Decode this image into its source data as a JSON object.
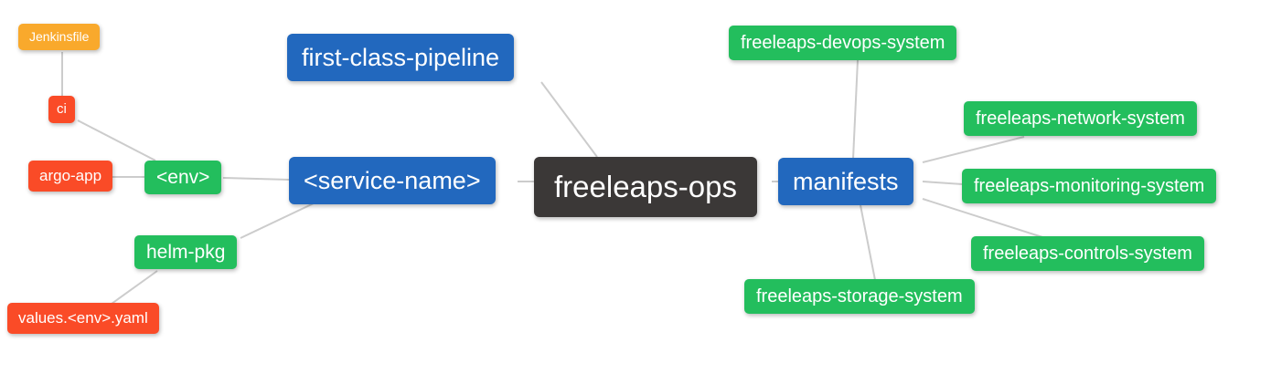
{
  "diagram": {
    "type": "mindmap",
    "background_color": "#ffffff",
    "edge_color": "#cccccc",
    "palette": {
      "root": "#3b3837",
      "level1": "#2268be",
      "level2": "#23be5d",
      "level3": "#fa4b27",
      "level4": "#f9a92c",
      "text": "#ffffff"
    },
    "nodes": [
      {
        "id": "jenkinsfile",
        "label": "Jenkinsfile",
        "level": "level4"
      },
      {
        "id": "ci",
        "label": "ci",
        "level": "level3"
      },
      {
        "id": "argo-app",
        "label": "argo-app",
        "level": "level3"
      },
      {
        "id": "env",
        "label": "<env>",
        "level": "level2"
      },
      {
        "id": "values-env-yaml",
        "label": "values.<env>.yaml",
        "level": "level3"
      },
      {
        "id": "helm-pkg",
        "label": "helm-pkg",
        "level": "level2"
      },
      {
        "id": "first-class-pipeline",
        "label": "first-class-pipeline",
        "level": "level1"
      },
      {
        "id": "service-name",
        "label": "<service-name>",
        "level": "level1"
      },
      {
        "id": "freeleaps-ops",
        "label": "freeleaps-ops",
        "level": "root"
      },
      {
        "id": "manifests",
        "label": "manifests",
        "level": "level1"
      },
      {
        "id": "devops-system",
        "label": "freeleaps-devops-system",
        "level": "level2"
      },
      {
        "id": "network-system",
        "label": "freeleaps-network-system",
        "level": "level2"
      },
      {
        "id": "monitoring-system",
        "label": "freeleaps-monitoring-system",
        "level": "level2"
      },
      {
        "id": "controls-system",
        "label": "freeleaps-controls-system",
        "level": "level2"
      },
      {
        "id": "storage-system",
        "label": "freeleaps-storage-system",
        "level": "level2"
      }
    ],
    "edges": [
      [
        "jenkinsfile",
        "ci"
      ],
      [
        "ci",
        "env"
      ],
      [
        "argo-app",
        "env"
      ],
      [
        "env",
        "service-name"
      ],
      [
        "helm-pkg",
        "service-name"
      ],
      [
        "values-env-yaml",
        "helm-pkg"
      ],
      [
        "service-name",
        "freeleaps-ops"
      ],
      [
        "first-class-pipeline",
        "freeleaps-ops"
      ],
      [
        "freeleaps-ops",
        "manifests"
      ],
      [
        "manifests",
        "devops-system"
      ],
      [
        "manifests",
        "network-system"
      ],
      [
        "manifests",
        "monitoring-system"
      ],
      [
        "manifests",
        "controls-system"
      ],
      [
        "manifests",
        "storage-system"
      ]
    ]
  }
}
